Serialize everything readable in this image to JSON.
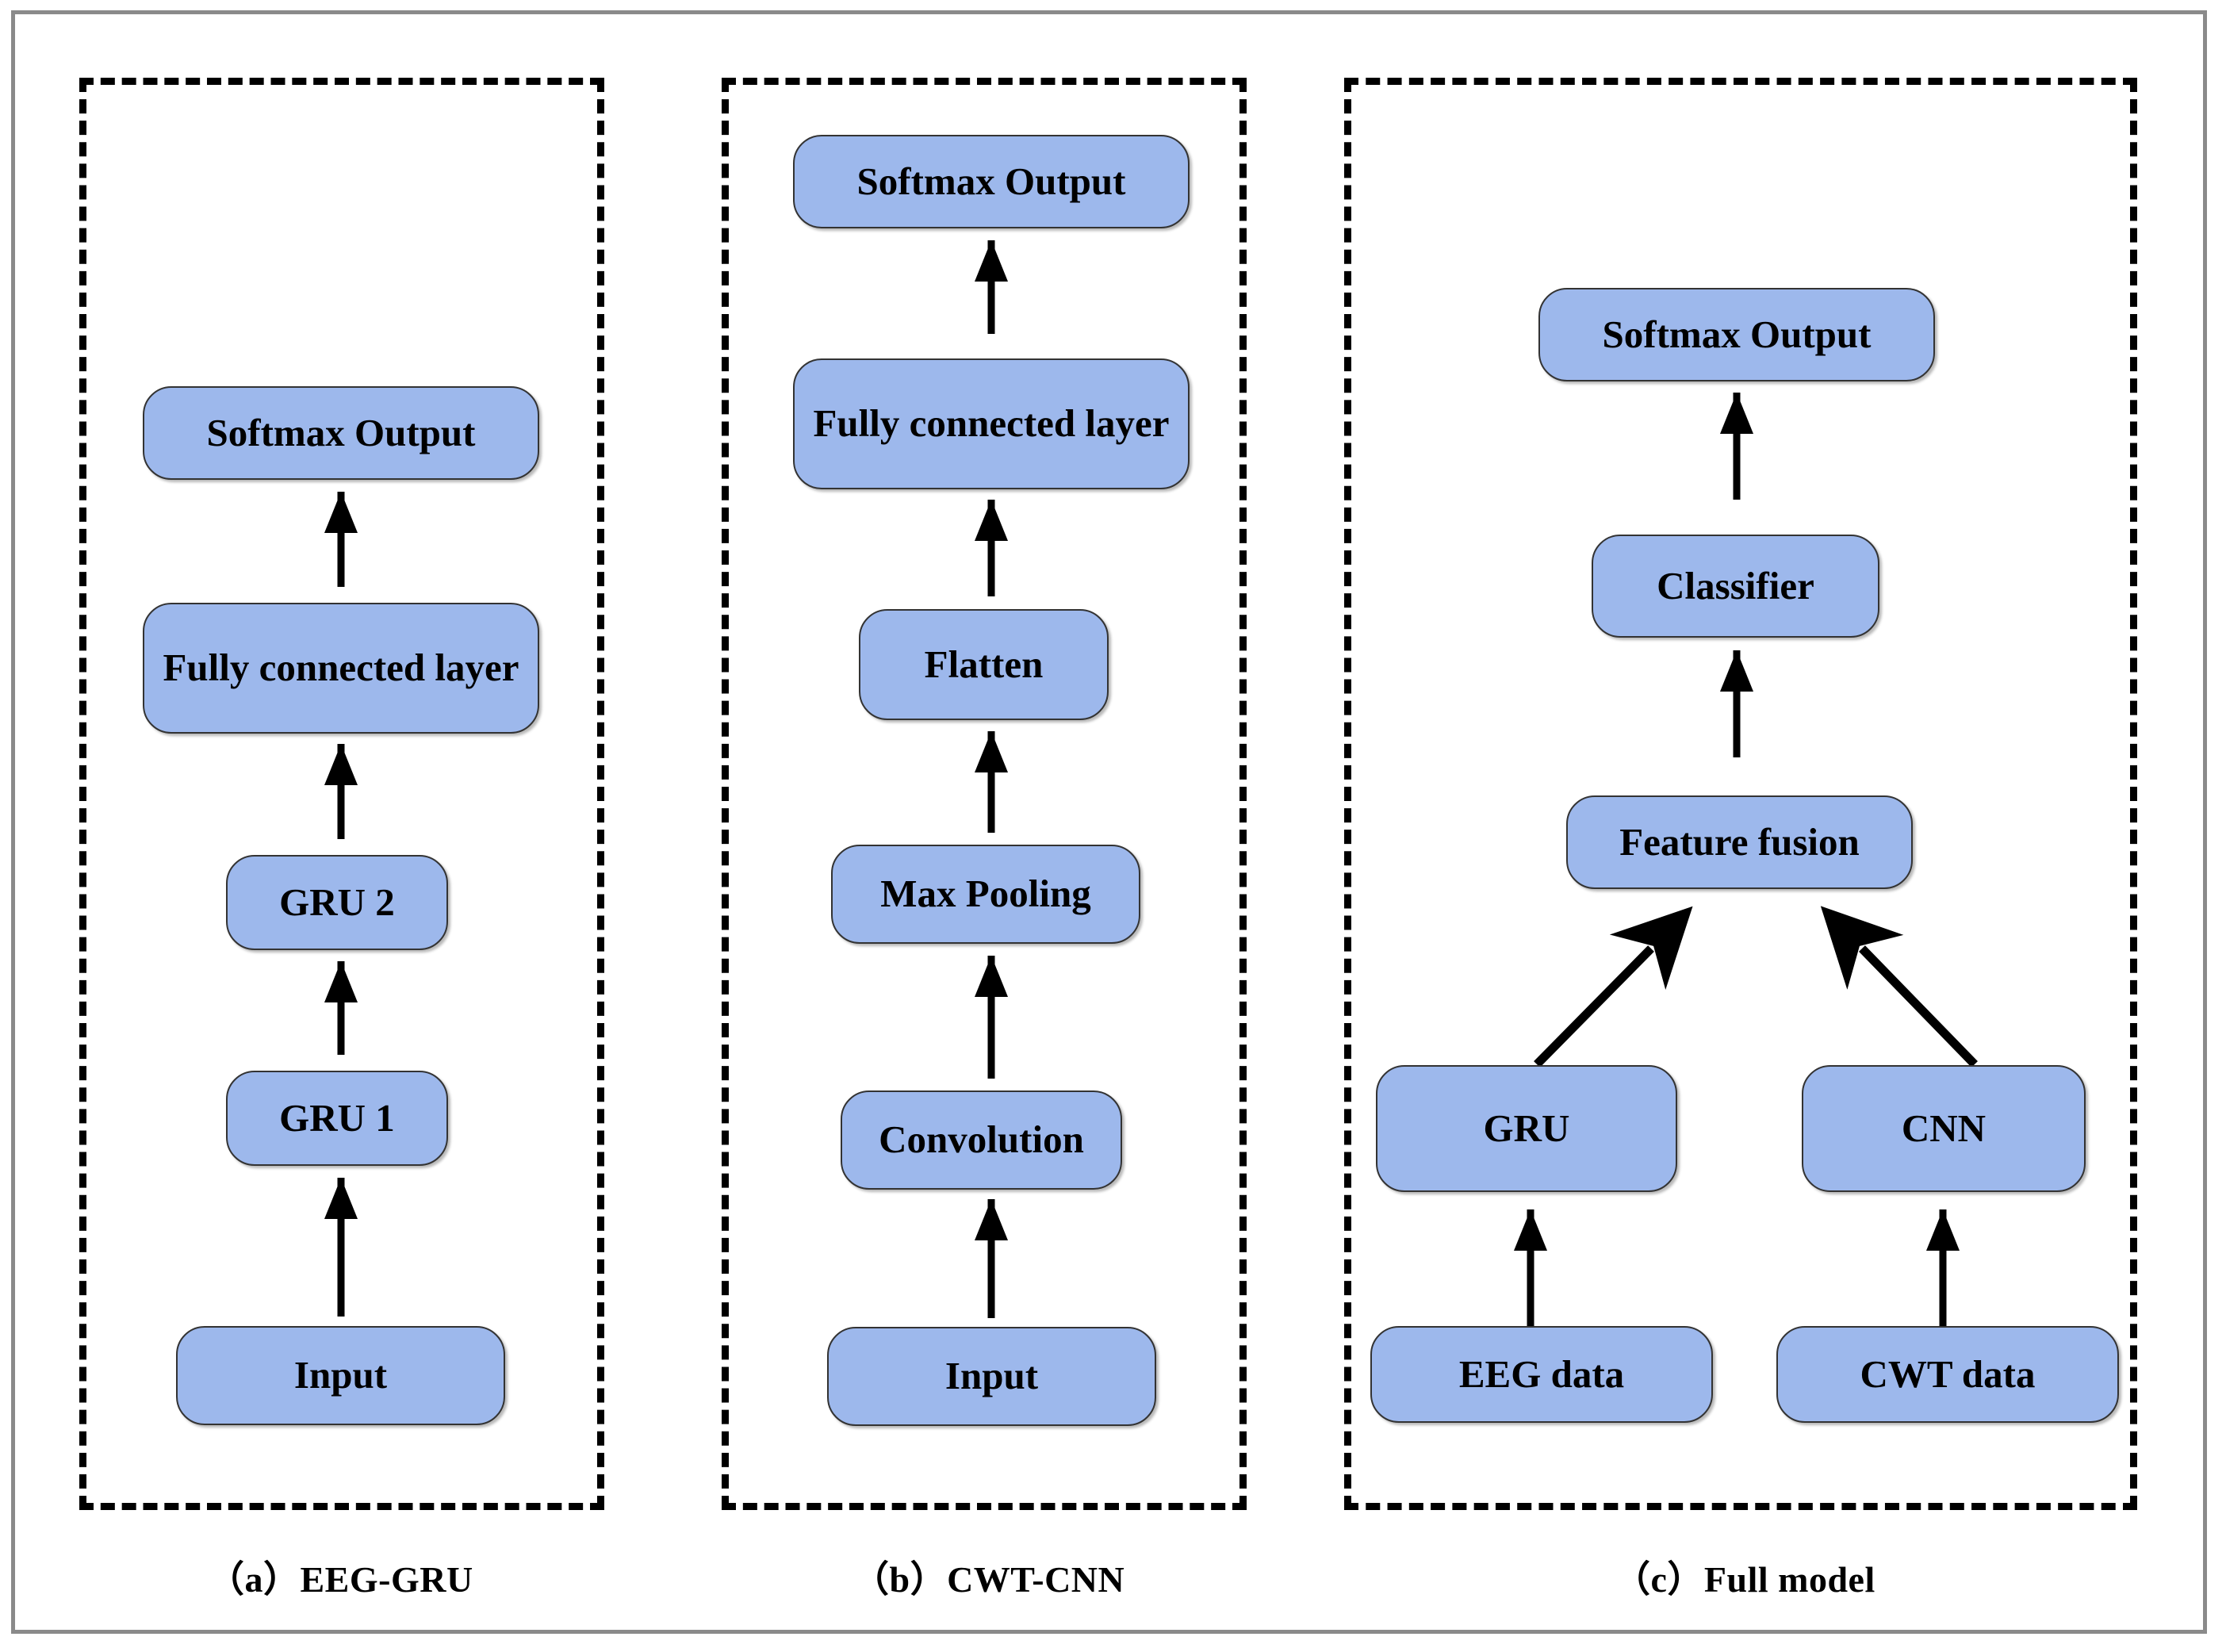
{
  "figure": {
    "background_color": "#ffffff",
    "frame_color": "#8a8a8a",
    "node_fill_color": "#9DB8EC",
    "node_border_color": "#333333",
    "arrow_color": "#000000",
    "panel_border_style": "dashed-black"
  },
  "panels": [
    {
      "id": "a",
      "caption": "（a）EEG-GRU",
      "nodes": [
        {
          "id": "a-softmax",
          "label": "Softmax Output"
        },
        {
          "id": "a-fc",
          "label": "Fully connected layer"
        },
        {
          "id": "a-gru2",
          "label": "GRU 2"
        },
        {
          "id": "a-gru1",
          "label": "GRU 1"
        },
        {
          "id": "a-input",
          "label": "Input"
        }
      ],
      "edges": [
        {
          "from": "a-input",
          "to": "a-gru1"
        },
        {
          "from": "a-gru1",
          "to": "a-gru2"
        },
        {
          "from": "a-gru2",
          "to": "a-fc"
        },
        {
          "from": "a-fc",
          "to": "a-softmax"
        }
      ]
    },
    {
      "id": "b",
      "caption": "（b）CWT-CNN",
      "nodes": [
        {
          "id": "b-softmax",
          "label": "Softmax Output"
        },
        {
          "id": "b-fc",
          "label": "Fully connected layer"
        },
        {
          "id": "b-flatten",
          "label": "Flatten"
        },
        {
          "id": "b-maxpool",
          "label": "Max Pooling"
        },
        {
          "id": "b-conv",
          "label": "Convolution"
        },
        {
          "id": "b-input",
          "label": "Input"
        }
      ],
      "edges": [
        {
          "from": "b-input",
          "to": "b-conv"
        },
        {
          "from": "b-conv",
          "to": "b-maxpool"
        },
        {
          "from": "b-maxpool",
          "to": "b-flatten"
        },
        {
          "from": "b-flatten",
          "to": "b-fc"
        },
        {
          "from": "b-fc",
          "to": "b-softmax"
        }
      ]
    },
    {
      "id": "c",
      "caption": "（c）Full model",
      "nodes": [
        {
          "id": "c-softmax",
          "label": "Softmax Output"
        },
        {
          "id": "c-classifier",
          "label": "Classifier"
        },
        {
          "id": "c-fusion",
          "label": "Feature fusion"
        },
        {
          "id": "c-gru",
          "label": "GRU"
        },
        {
          "id": "c-cnn",
          "label": "CNN"
        },
        {
          "id": "c-eeg",
          "label": "EEG data"
        },
        {
          "id": "c-cwt",
          "label": "CWT data"
        }
      ],
      "edges": [
        {
          "from": "c-eeg",
          "to": "c-gru"
        },
        {
          "from": "c-cwt",
          "to": "c-cnn"
        },
        {
          "from": "c-gru",
          "to": "c-fusion"
        },
        {
          "from": "c-cnn",
          "to": "c-fusion"
        },
        {
          "from": "c-fusion",
          "to": "c-classifier"
        },
        {
          "from": "c-classifier",
          "to": "c-softmax"
        }
      ]
    }
  ]
}
